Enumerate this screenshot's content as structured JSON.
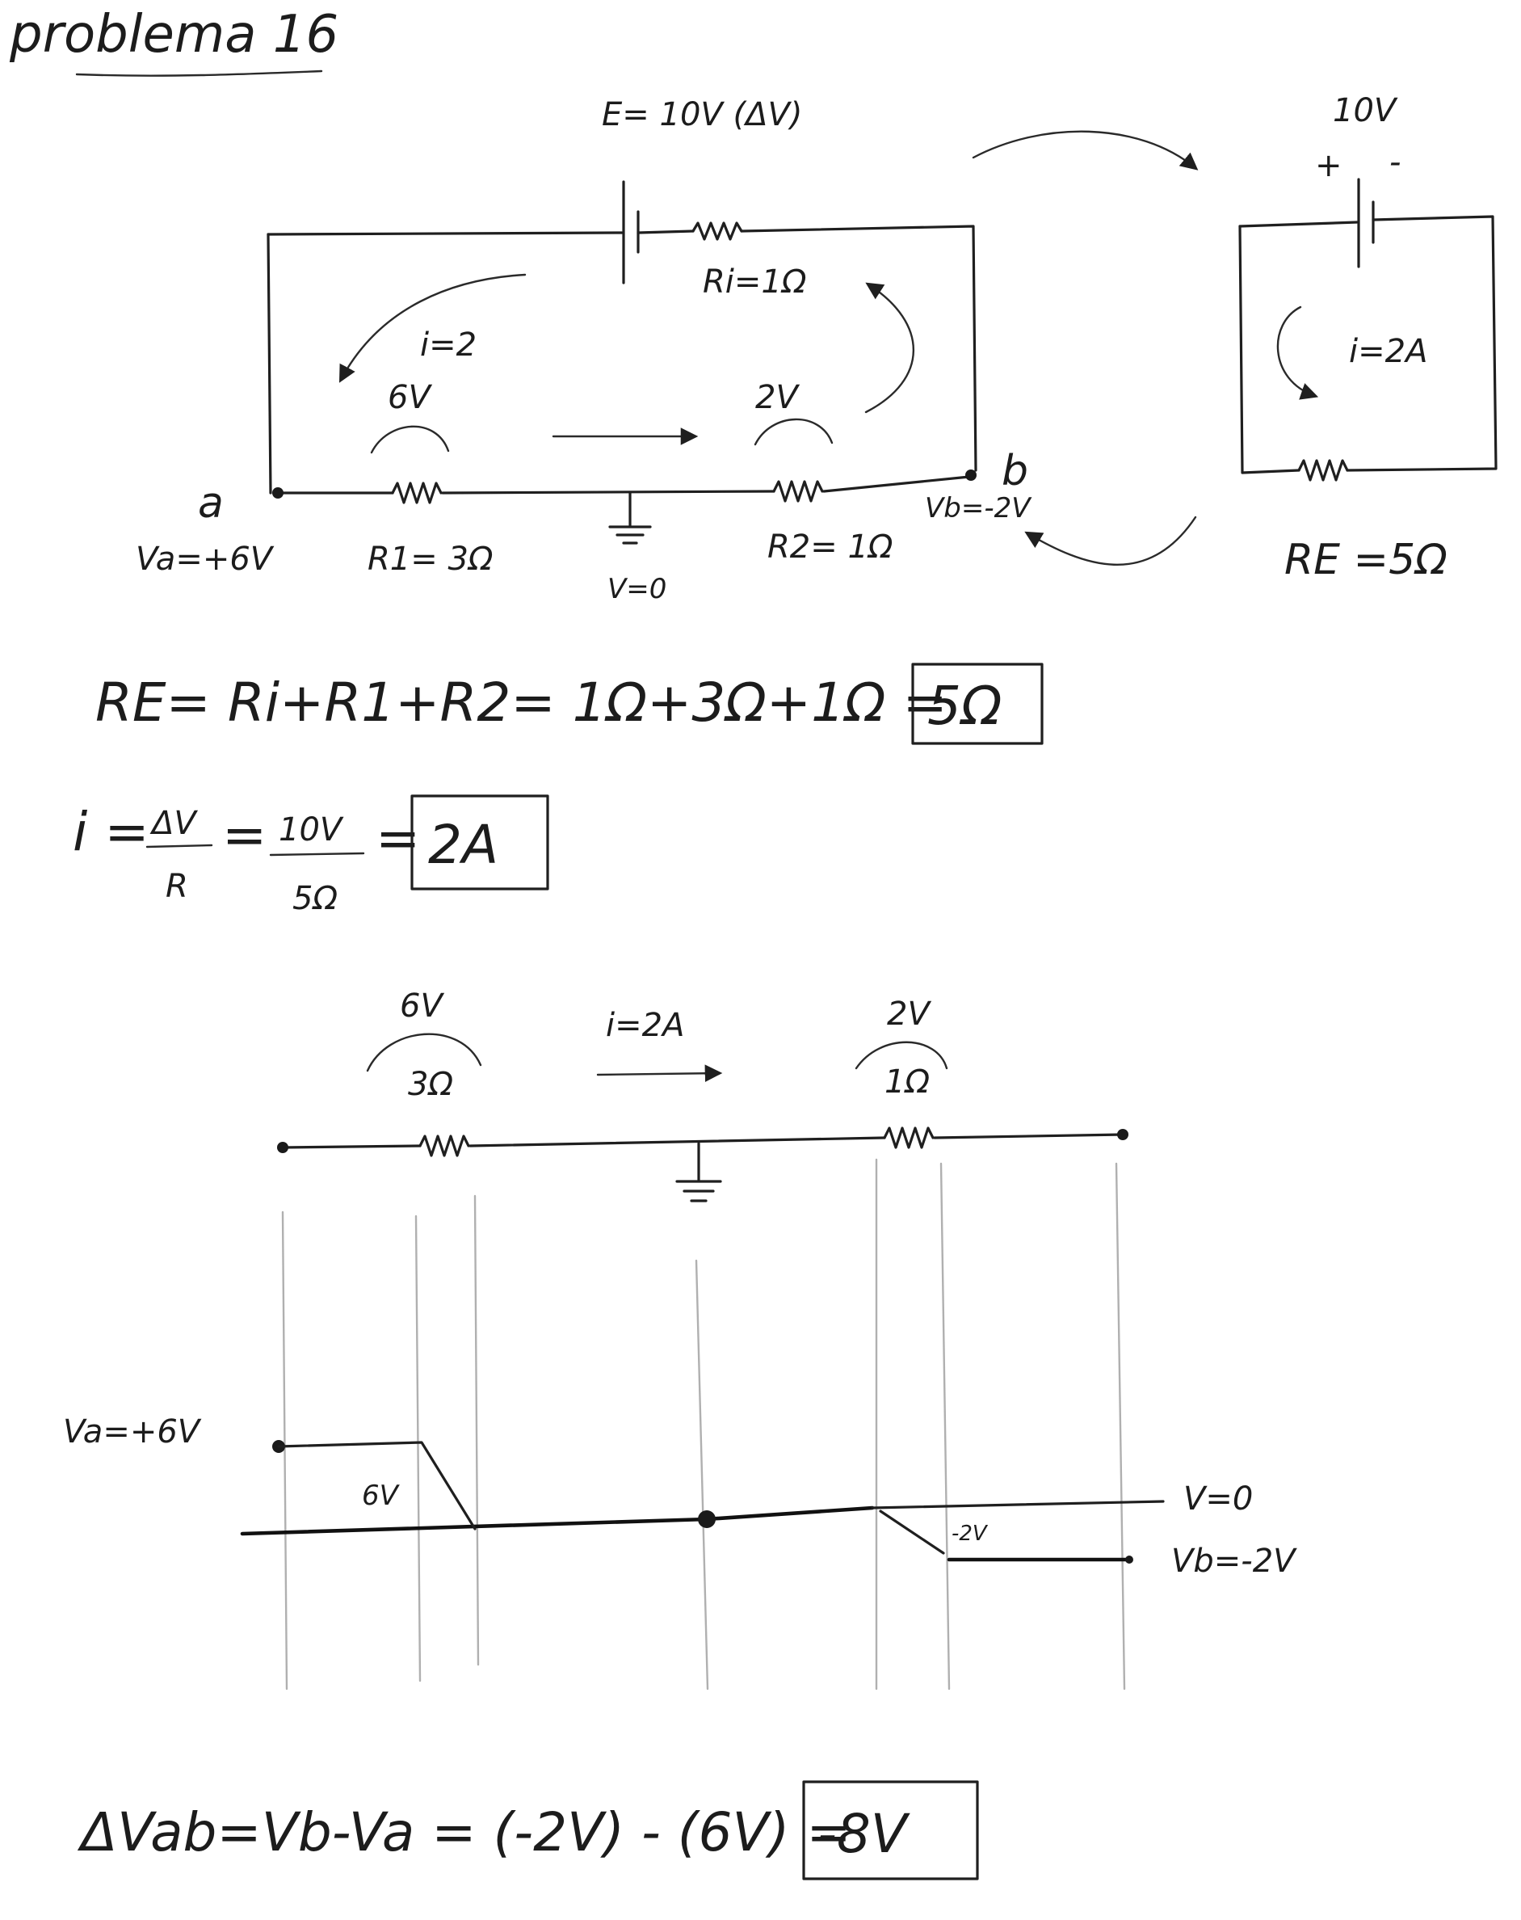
{
  "title": "problema 16",
  "circuit": {
    "emf": "E= 10V (ΔV)",
    "internal_resistance": "Ri=1Ω",
    "current": "i=2",
    "drop_r1": "6V",
    "drop_r2": "2V",
    "node_a": "a",
    "potential_a": "Va=+6V",
    "r1": "R1= 3Ω",
    "ground": "V=0",
    "r2": "R2= 1Ω",
    "node_b": "b",
    "potential_b": "Vb=-2V"
  },
  "equivalent": {
    "emf": "10V",
    "plus": "+",
    "minus": "-",
    "current": "i=2A",
    "resistance": "RE =5Ω"
  },
  "equations": {
    "re_sum": "RE= Ri+R1+R2= 1Ω+3Ω+1Ω =",
    "re_result": "5Ω",
    "current_lhs": "i =",
    "current_num1": "ΔV",
    "current_den1": "R",
    "current_num2": "10V",
    "current_den2": "5Ω",
    "current_result": "2A",
    "dv_expr": "ΔVab=Vb-Va = (-2V) - (6V) =",
    "dv_result": "-8V"
  },
  "line_diagram": {
    "drop_r1": "6V",
    "r1": "3Ω",
    "current": "i=2A",
    "drop_r2": "2V",
    "r2": "1Ω"
  },
  "potential_graph": {
    "va_label": "Va=+6V",
    "drop_label": "6V",
    "small_drop_label": "-2V",
    "zero_label": "V=0",
    "vb_label": "Vb=-2V"
  }
}
